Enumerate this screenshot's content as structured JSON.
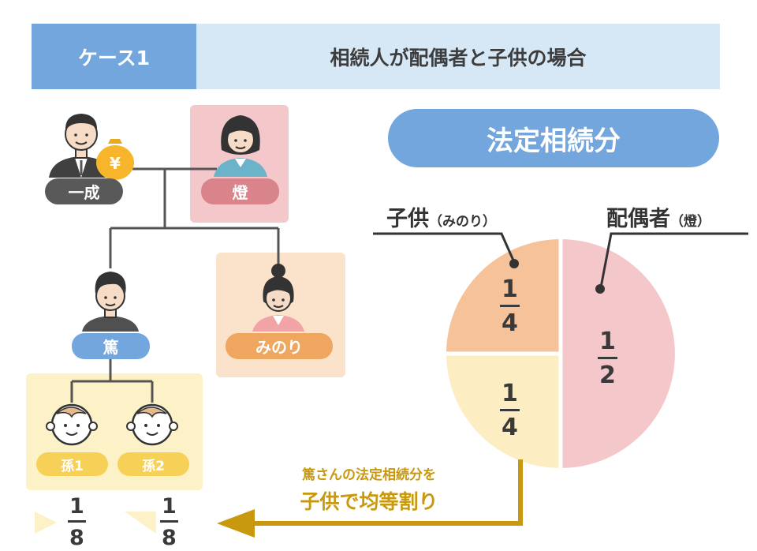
{
  "header": {
    "case_label": "ケース1",
    "case_title": "相続人が配偶者と子供の場合"
  },
  "family": {
    "husband": "一成",
    "wife": "燈",
    "son": "篤",
    "daughter": "みのり",
    "grandchild1": "孫1",
    "grandchild2": "孫2",
    "money_symbol": "¥"
  },
  "legal_share": {
    "banner": "法定相続分",
    "children_label": "子供",
    "children_note": "（みのり）",
    "spouse_label": "配偶者",
    "spouse_note": "（燈）",
    "children_share_top": {
      "numerator": "1",
      "denominator": "4"
    },
    "children_share_bottom": {
      "numerator": "1",
      "denominator": "4"
    },
    "spouse_share": {
      "numerator": "1",
      "denominator": "2"
    },
    "grandchild1_share": {
      "numerator": "1",
      "denominator": "8"
    },
    "grandchild2_share": {
      "numerator": "1",
      "denominator": "8"
    }
  },
  "note": {
    "line1": "篤さんの法定相続分を",
    "line2": "子供で均等割り"
  },
  "colors": {
    "blue": "#73a6dd",
    "light_blue": "#d6e7f6",
    "pink": "#f4c7ca",
    "orange": "#efa760",
    "yellow": "#f7d057",
    "gold_arrow": "#c8980f"
  }
}
